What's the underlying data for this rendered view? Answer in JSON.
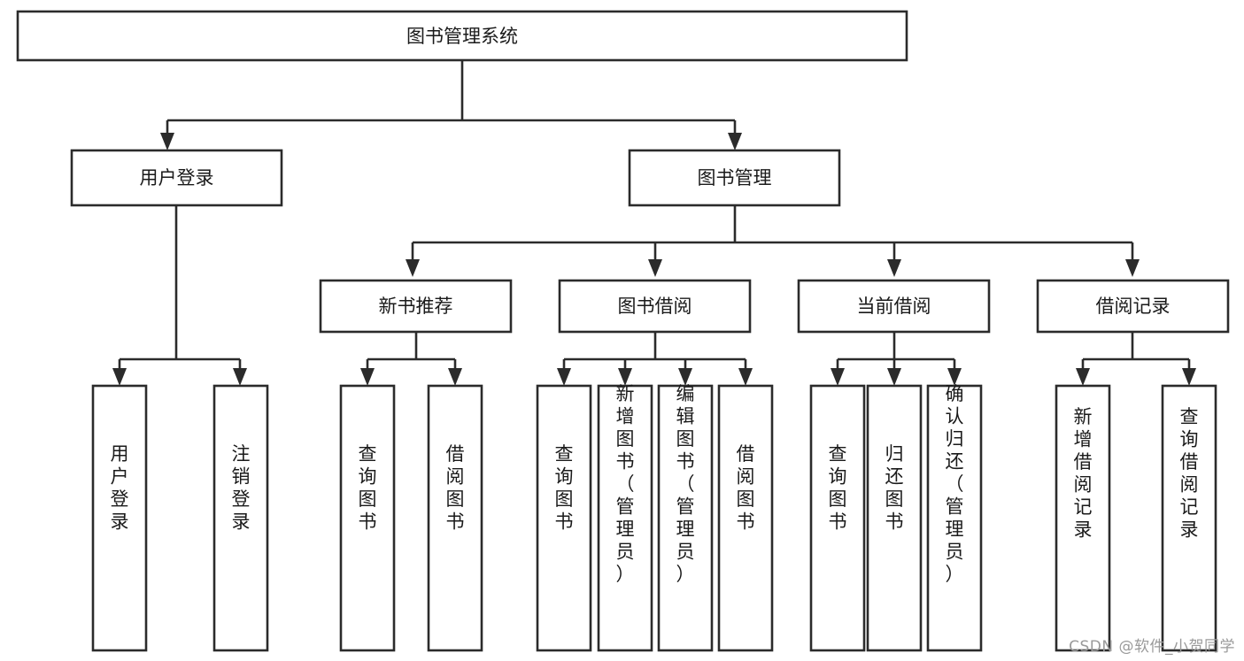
{
  "diagram": {
    "title": "图书管理系统",
    "type": "tree-hierarchy-diagram",
    "watermark": "CSDN @软件_小贺同学",
    "colors": {
      "background": "#ffffff",
      "stroke": "#2b2b2b",
      "node_fill": "#ffffff",
      "text": "#1a1a1a",
      "watermark": "#9a9a9a"
    },
    "root": {
      "label": "图书管理系统",
      "orientation": "horizontal"
    },
    "level2": [
      {
        "label": "用户登录",
        "orientation": "horizontal"
      },
      {
        "label": "图书管理",
        "orientation": "horizontal"
      }
    ],
    "level3": [
      {
        "label": "新书推荐",
        "orientation": "horizontal",
        "parent": "图书管理"
      },
      {
        "label": "图书借阅",
        "orientation": "horizontal",
        "parent": "图书管理"
      },
      {
        "label": "当前借阅",
        "orientation": "horizontal",
        "parent": "图书管理"
      },
      {
        "label": "借阅记录",
        "orientation": "horizontal",
        "parent": "图书管理"
      }
    ],
    "leaves": {
      "user_login": [
        {
          "label": "用户登录",
          "orientation": "vertical"
        },
        {
          "label": "注销登录",
          "orientation": "vertical"
        }
      ],
      "new_book_recommend": [
        {
          "label": "查询图书",
          "orientation": "vertical"
        },
        {
          "label": "借阅图书",
          "orientation": "vertical"
        }
      ],
      "book_borrow": [
        {
          "label": "查询图书",
          "orientation": "vertical"
        },
        {
          "label": "新增图书（管理员）",
          "orientation": "vertical"
        },
        {
          "label": "编辑图书（管理员）",
          "orientation": "vertical"
        },
        {
          "label": "借阅图书",
          "orientation": "vertical"
        }
      ],
      "current_borrow": [
        {
          "label": "查询图书",
          "orientation": "vertical"
        },
        {
          "label": "归还图书",
          "orientation": "vertical"
        },
        {
          "label": "确认归还（管理员）",
          "orientation": "vertical"
        }
      ],
      "borrow_records": [
        {
          "label": "新增借阅记录",
          "orientation": "vertical"
        },
        {
          "label": "查询借阅记录",
          "orientation": "vertical"
        }
      ]
    }
  }
}
